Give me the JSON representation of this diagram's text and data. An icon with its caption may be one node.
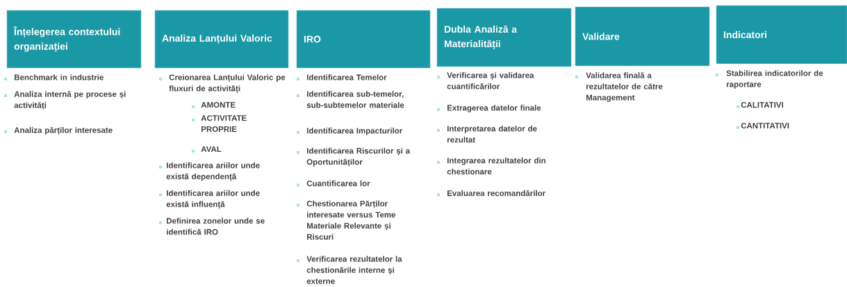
{
  "diagram": {
    "nodes": [
      {
        "text": [
          "Înțelegerea contextului organizației"
        ]
      },
      {
        "text": [
          "Analiza Lanțului Valoric"
        ]
      },
      {
        "text": [
          "IRO"
        ]
      },
      {
        "text": [
          "Dubla Analiză a Materialității"
        ]
      },
      {
        "text": [
          "Validare"
        ]
      },
      {
        "text": [
          "Indicatori"
        ]
      }
    ],
    "labels": [
      "Benchmark in industrie",
      "Analiza internă pe procese și activități",
      "Analiza părților interesate",
      "Creionarea Lanțului Valoric pe fluxuri de activități",
      "AMONTE",
      "ACTIVITATE PROPRIE",
      "AVAL",
      "Identificarea ariilor unde există dependență",
      "Identificarea ariilor unde există influență",
      "Definirea zonelor unde se identifică IRO",
      "Identificarea Temelor",
      "Identificarea sub-temelor, sub-subtemelor materiale",
      "Identificarea Impacturilor",
      "Identificarea Riscurilor și a Oportunităților",
      "Cuantificarea lor",
      "Chestionarea Părților interesate versus Teme Materiale Relevante și Riscuri",
      "Verificarea rezultatelor la chestionările interne și externe",
      "Verificarea și validarea cuantificărilor",
      "Extragerea datelor finale",
      "Interpretarea datelor de rezultat",
      "Integrarea rezultatelor din chestionare",
      "Evaluarea recomandărilor",
      "Validarea finală a rezultatelor de către Management",
      "Stabilirea indicatorilor de raportare",
      "CALITATIVI",
      "CANTITATIVI"
    ]
  }
}
